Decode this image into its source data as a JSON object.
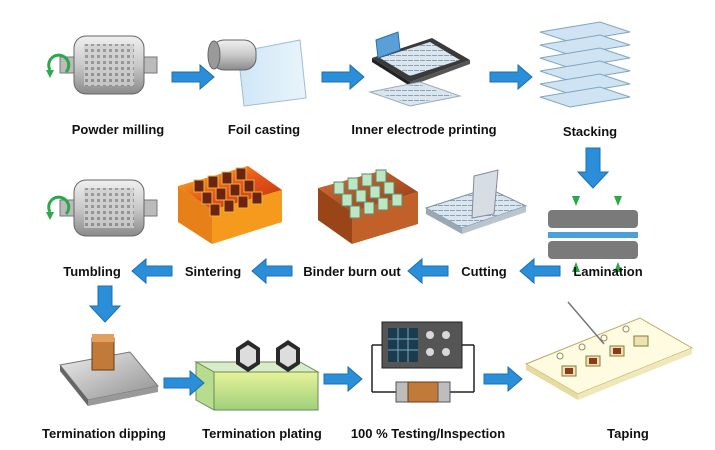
{
  "steps": [
    {
      "id": "powder-milling",
      "label": "Powder milling"
    },
    {
      "id": "foil-casting",
      "label": "Foil casting"
    },
    {
      "id": "inner-electrode-printing",
      "label": "Inner electrode printing"
    },
    {
      "id": "stacking",
      "label": "Stacking"
    },
    {
      "id": "lamination",
      "label": "Lamination"
    },
    {
      "id": "cutting",
      "label": "Cutting"
    },
    {
      "id": "binder-burn-out",
      "label": "Binder burn out"
    },
    {
      "id": "sintering",
      "label": "Sintering"
    },
    {
      "id": "tumbling",
      "label": "Tumbling"
    },
    {
      "id": "termination-dipping",
      "label": "Termination dipping"
    },
    {
      "id": "termination-plating",
      "label": "Termination plating"
    },
    {
      "id": "testing-inspection",
      "label": "100 % Testing/Inspection"
    },
    {
      "id": "taping",
      "label": "Taping"
    }
  ],
  "colors": {
    "arrow": "#2a8fd8",
    "arrow_dark": "#1c6fb3",
    "chip_hot": "#e8551a",
    "chip_glow": "#f7b21c",
    "green": "#2aa84a"
  }
}
